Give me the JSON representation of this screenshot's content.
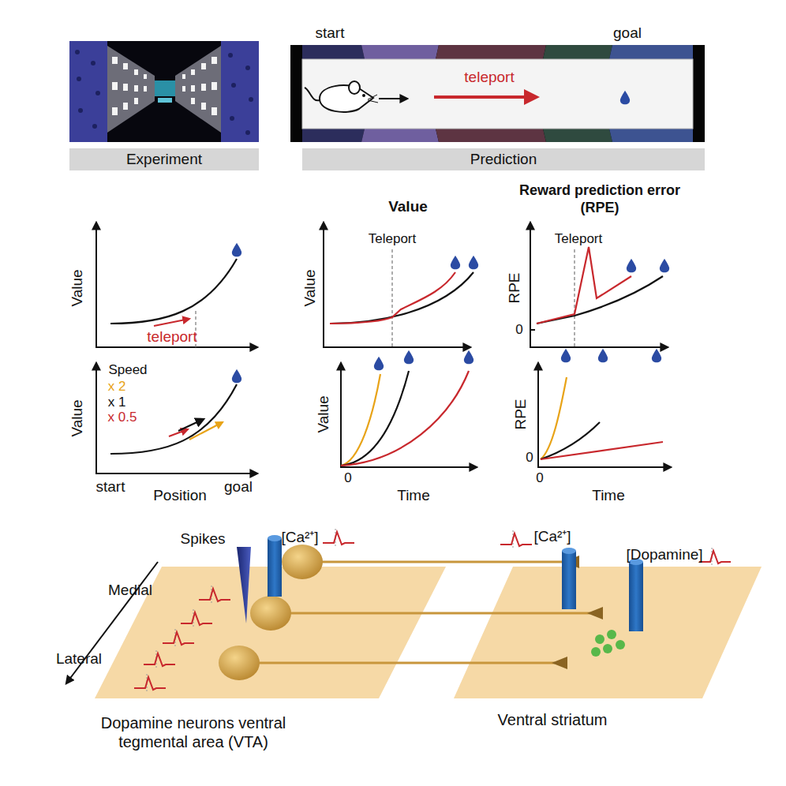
{
  "diagram": {
    "nodes": [
      {
        "text": [
          "Experiment"
        ]
      },
      {
        "text": [
          "Prediction"
        ]
      }
    ],
    "labels": [
      "start",
      "goal",
      "teleport",
      "Value",
      "Reward prediction error (RPE)",
      "Value",
      "teleport",
      "Teleport",
      "Value",
      "Teleport",
      "RPE",
      "0",
      "Speed",
      "x 2",
      "x 1",
      "x 0.5",
      "Value",
      "start",
      "Position",
      "goal",
      "Value",
      "0",
      "Time",
      "RPE",
      "0",
      "0",
      "Time",
      "Spikes",
      "[Ca²⁺]",
      "Medial",
      "Lateral",
      "[Ca²⁺]",
      "[Dopamine]",
      "Dopamine neurons ventral tegmental area (VTA)",
      "Ventral striatum"
    ]
  }
}
